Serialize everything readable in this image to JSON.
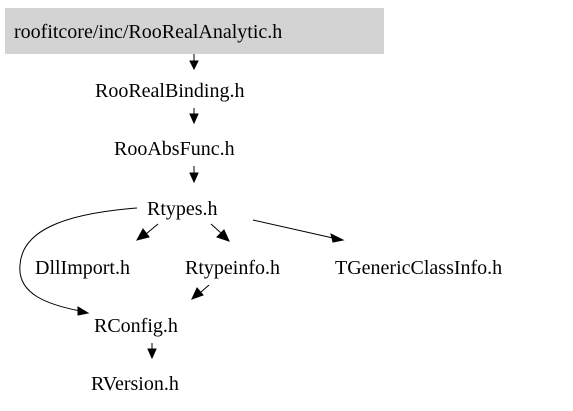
{
  "graph": {
    "root_fill": "#d3d3d3",
    "nodes": {
      "roorealanalytic": "roofitcore/inc/RooRealAnalytic.h",
      "roorealbinding": "RooRealBinding.h",
      "rooabsfunc": "RooAbsFunc.h",
      "rtypes": "Rtypes.h",
      "dllimport": "DllImport.h",
      "rtypeinfo": "Rtypeinfo.h",
      "tgenericclassinfo": "TGenericClassInfo.h",
      "rconfig": "RConfig.h",
      "rversion": "RVersion.h"
    },
    "edges": [
      {
        "from": "roofitcore/inc/RooRealAnalytic.h",
        "to": "RooRealBinding.h"
      },
      {
        "from": "RooRealBinding.h",
        "to": "RooAbsFunc.h"
      },
      {
        "from": "RooAbsFunc.h",
        "to": "Rtypes.h"
      },
      {
        "from": "Rtypes.h",
        "to": "DllImport.h"
      },
      {
        "from": "Rtypes.h",
        "to": "Rtypeinfo.h"
      },
      {
        "from": "Rtypes.h",
        "to": "TGenericClassInfo.h"
      },
      {
        "from": "Rtypes.h",
        "to": "RConfig.h"
      },
      {
        "from": "Rtypeinfo.h",
        "to": "RConfig.h"
      },
      {
        "from": "RConfig.h",
        "to": "RVersion.h"
      }
    ]
  }
}
